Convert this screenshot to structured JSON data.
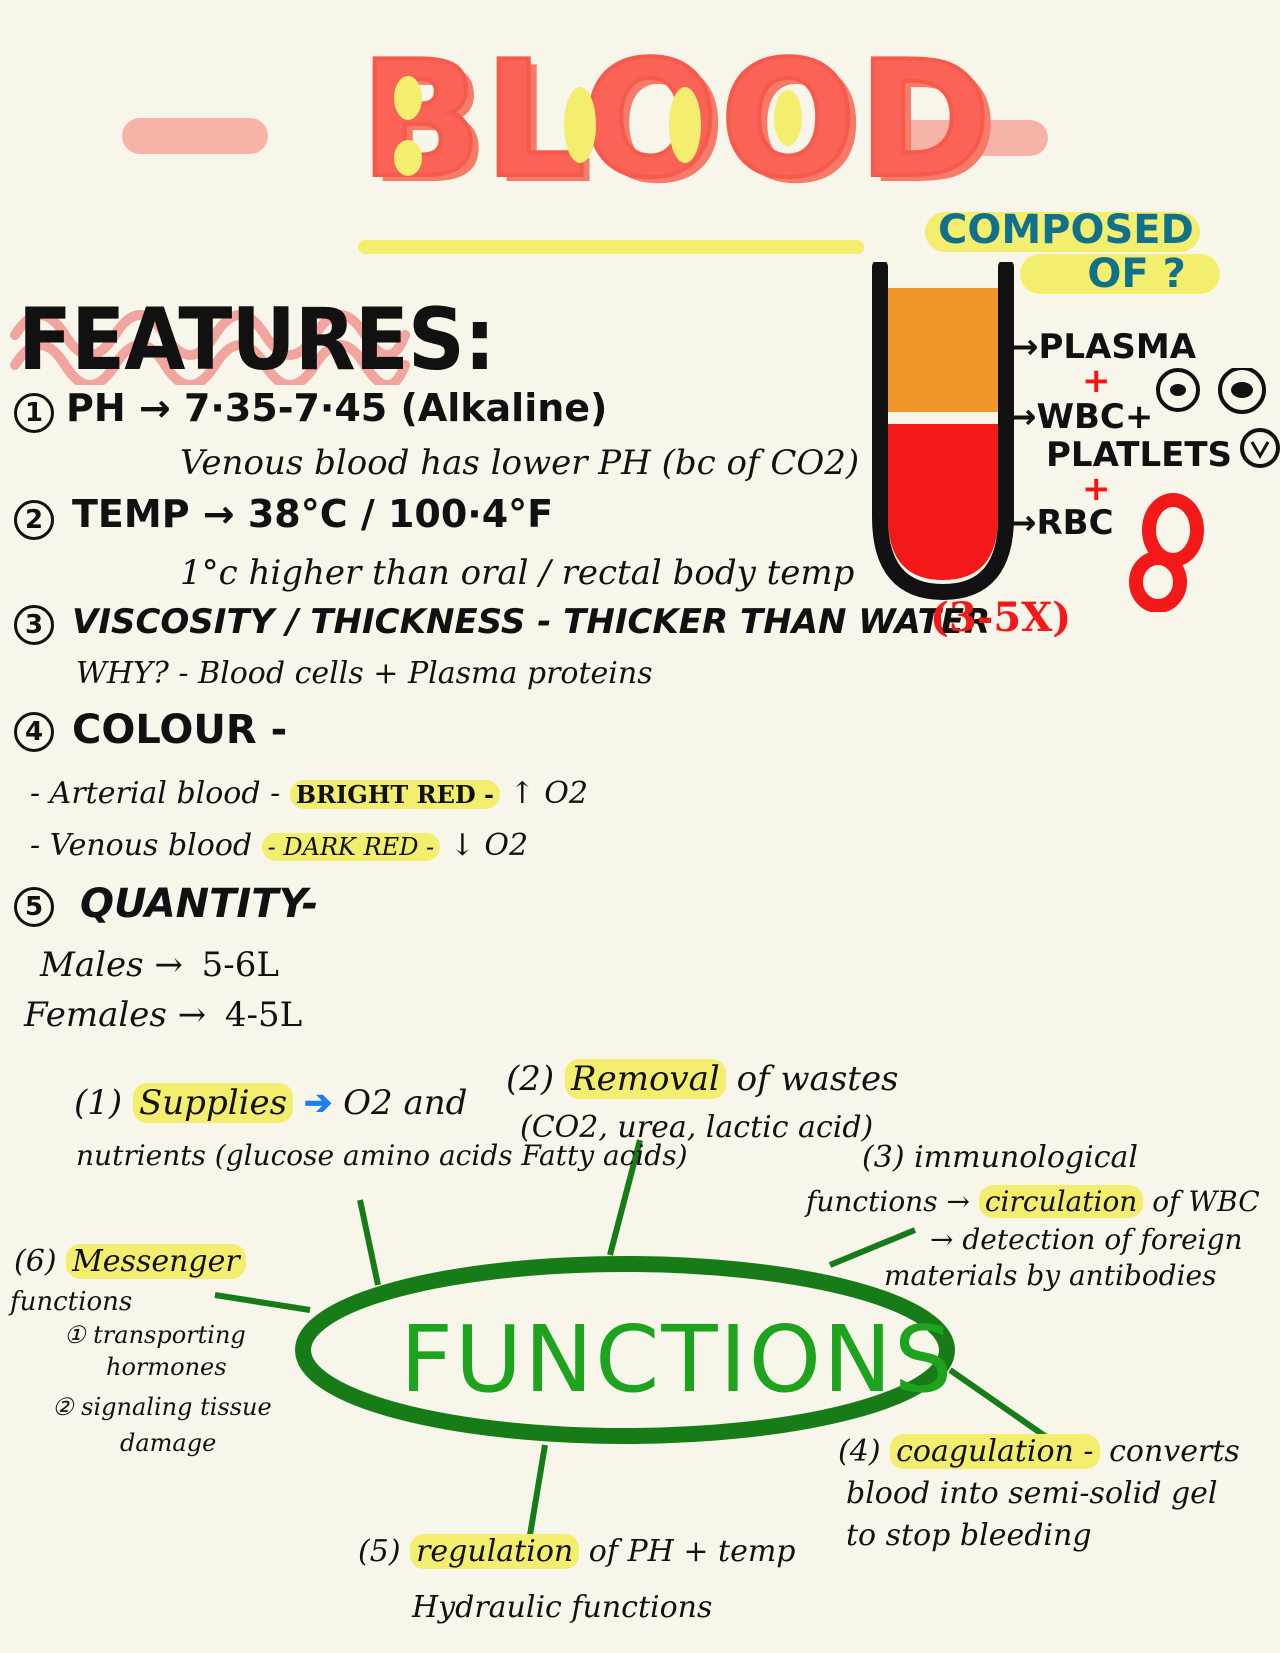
{
  "title": "BLOOD",
  "composed": {
    "heading_line1": "COMPOSED",
    "heading_line2": "OF ?",
    "plasma": "PLASMA",
    "plus": "+",
    "wbc": "WBC+",
    "platelets": "PLATLETS",
    "rbc": "RBC",
    "colors": {
      "plasma": "#f0962b",
      "rbc_layer": "#f31919",
      "tube": "#111111"
    }
  },
  "features": {
    "heading": "FEATURES:",
    "items": [
      {
        "number": "1",
        "text": "PH → 7·35-7·45 (Alkaline)",
        "note": "Venous blood has lower PH (bc of CO2)"
      },
      {
        "number": "2",
        "text": "TEMP → 38°C / 100·4°F",
        "note": "1°c higher than oral / rectal body temp"
      },
      {
        "number": "3",
        "text": "VISCOSITY / THICKNESS - THICKER THAN WATER",
        "extra": "(3-5X)",
        "note": "WHY? - Blood cells + Plasma proteins"
      },
      {
        "number": "4",
        "text": "COLOUR -",
        "lines": [
          {
            "prefix": "- Arterial blood -",
            "highlight": "BRIGHT RED -",
            "suffix": "↑ O2"
          },
          {
            "prefix": "- Venous blood",
            "highlight": "- DARK RED -",
            "suffix": "↓ O2"
          }
        ]
      },
      {
        "number": "5",
        "text": "QUANTITY-",
        "lines": [
          {
            "label": "Males →",
            "value": "5-6L"
          },
          {
            "label": "Females →",
            "value": "4-5L"
          }
        ]
      }
    ]
  },
  "functions": {
    "center_label": "FUNCTIONS",
    "items": [
      {
        "number": "1",
        "highlight": "Supplies",
        "line1_rest": "O2 and",
        "line2": "nutrients (glucose amino acids Fatty acids)"
      },
      {
        "number": "2",
        "highlight": "Removal",
        "line1_rest": "of wastes",
        "line2": "(CO2, urea, lactic acid)"
      },
      {
        "number": "3",
        "line1": "immunological",
        "line2_prefix": "functions →",
        "line2_highlight": "circulation",
        "line2_rest": "of WBC",
        "line3": "→ detection of foreign",
        "line4": "materials by antibodies"
      },
      {
        "number": "4",
        "highlight": "coagulation -",
        "line1_rest": "converts",
        "line2": "blood into semi-solid gel",
        "line3": "to stop bleeding"
      },
      {
        "number": "5",
        "highlight": "regulation",
        "line1_rest": "of PH + temp",
        "line2": "Hydraulic functions"
      },
      {
        "number": "6",
        "highlight": "Messenger",
        "line2": "functions",
        "sub1": "① transporting",
        "sub1b": "hormones",
        "sub2": "② signaling tissue",
        "sub2b": "damage"
      }
    ]
  }
}
